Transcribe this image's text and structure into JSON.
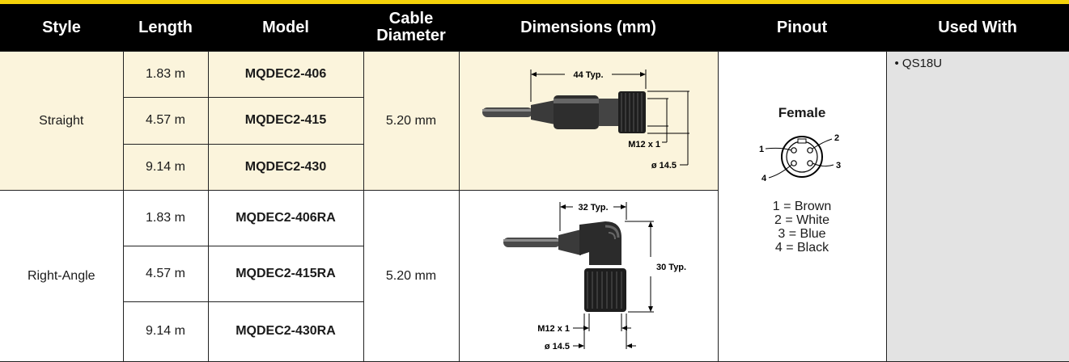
{
  "headers": {
    "style": "Style",
    "length": "Length",
    "model": "Model",
    "cable_diameter_1": "Cable",
    "cable_diameter_2": "Diameter",
    "dimensions": "Dimensions (mm)",
    "pinout": "Pinout",
    "used_with": "Used With"
  },
  "straight": {
    "style": "Straight",
    "cable_diameter": "5.20 mm",
    "rows": [
      {
        "length": "1.83 m",
        "model": "MQDEC2-406"
      },
      {
        "length": "4.57 m",
        "model": "MQDEC2-415"
      },
      {
        "length": "9.14 m",
        "model": "MQDEC2-430"
      }
    ],
    "dims": {
      "length_label": "44 Typ.",
      "thread_label": "M12 x 1",
      "dia_label": "ø 14.5"
    }
  },
  "right_angle": {
    "style": "Right-Angle",
    "cable_diameter": "5.20 mm",
    "rows": [
      {
        "length": "1.83 m",
        "model": "MQDEC2-406RA"
      },
      {
        "length": "4.57 m",
        "model": "MQDEC2-415RA"
      },
      {
        "length": "9.14 m",
        "model": "MQDEC2-430RA"
      }
    ],
    "dims": {
      "length_label": "32 Typ.",
      "height_label": "30 Typ.",
      "thread_label": "M12 x 1",
      "dia_label": "ø 14.5"
    }
  },
  "pinout": {
    "title": "Female",
    "pin_numbers": [
      "1",
      "2",
      "3",
      "4"
    ],
    "colors": [
      "1 = Brown",
      "2 = White",
      "3 = Blue",
      "4 = Black"
    ]
  },
  "used_with": [
    "• QS18U"
  ],
  "colors": {
    "accent": "#f5d20a",
    "header_bg": "#000000",
    "straight_bg": "#fbf4dc",
    "used_with_bg": "#e3e3e3"
  }
}
